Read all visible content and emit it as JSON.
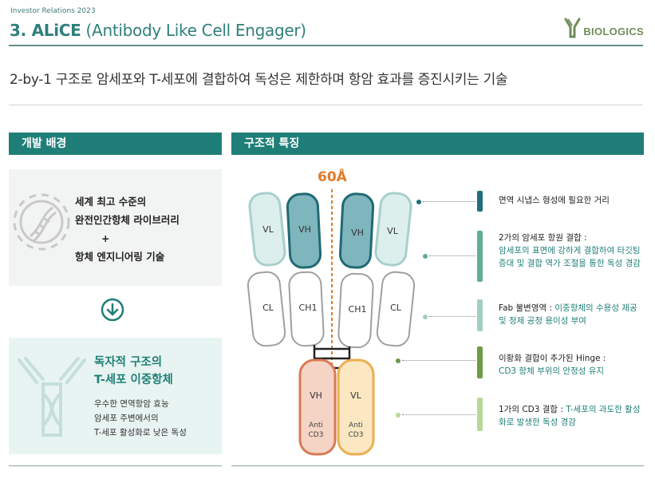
{
  "header": {
    "kicker": "Investor Relations 2023",
    "title_main": "3. ALiCE",
    "title_rest": " (Antibody Like Cell Engager)",
    "logo_text": "BIOLOGICS"
  },
  "subtitle": "2-by-1 구조로 암세포와 T-세포에 결합하여 독성은 제한하며 항암 효과를 증진시키는 기술",
  "left": {
    "heading": "개발 배경",
    "box1": {
      "line1": "세계 최고 수준의",
      "line2": "완전인간항체 라이브러리",
      "plus": "+",
      "line3": "항체 엔지니어링 기술"
    },
    "box2": {
      "title1": "독자적 구조의",
      "title2": "T-세포 이중항체",
      "desc1": "우수한 면역항암 효능",
      "desc2": "암세포 주변에서의",
      "desc3": "T-세포 활성화로 낮은 독성"
    }
  },
  "right": {
    "heading": "구조적 특징",
    "distance_label": "60Å",
    "domains": {
      "vl": "VL",
      "vh": "VH",
      "cl": "CL",
      "ch1": "CH1",
      "anti": "Anti",
      "cd3": "CD3"
    },
    "features": [
      {
        "plain": "면역 시냅스 형성에 필요한 거리",
        "highlight": "",
        "color": "#1f6f78"
      },
      {
        "plain": "2가의 암세포 항원 결합 :",
        "highlight": "암세포의 표면에  강하게 결합하여 타깃팅 증대 및 결합 역가 조절을 통한 독성 경감",
        "color": "#5fae93"
      },
      {
        "plain": "Fab 불변영역 :",
        "highlight": "이중항체의 수용성 제공 및 정제 공정 용이성 부여",
        "color": "#9fd0c0"
      },
      {
        "plain": "이황화 결합이 추가된 Hinge :",
        "highlight": "CD3 항체 부위의 안정성 유지",
        "color": "#6f9a48"
      },
      {
        "plain": "1가의 CD3 결합 :",
        "highlight": "T-세포의 과도한 활성화로  발생한 독성 경감",
        "color": "#b8d89a"
      }
    ]
  },
  "colors": {
    "primary": "#1f7f78",
    "accent_orange": "#e07b2a",
    "vl_fill": "#d8ece9",
    "vh_fill": "#7fb8bf"
  }
}
